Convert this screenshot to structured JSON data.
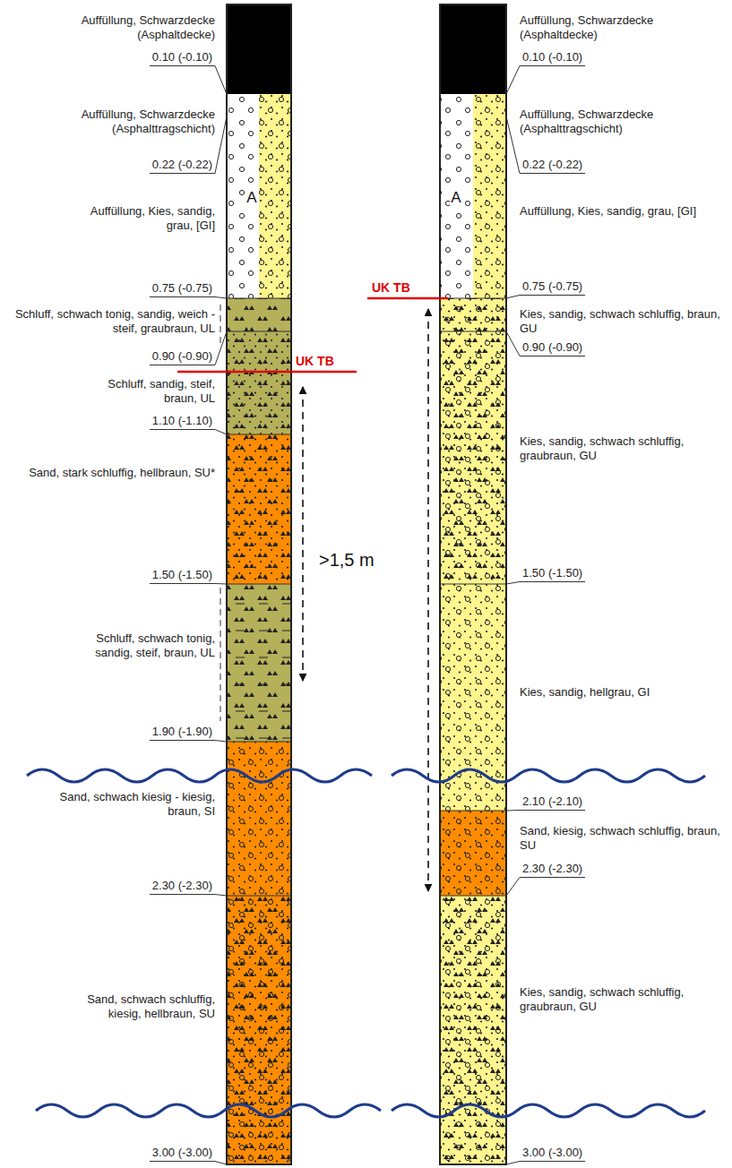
{
  "diagram": {
    "labels": [
      "Auffüllung, Schwarzdecke (Asphaltdecke)",
      "0.10 (-0.10)",
      "Auffüllung, Schwarzdecke (Asphalttragschicht)",
      "0.22 (-0.22)",
      "A",
      "Auffüllung, Kies, sandig, grau, [GI]",
      "0.75 (-0.75)",
      "Schluff, schwach tonig, sandig, weich - steif, graubraun, UL",
      "0.90 (-0.90)",
      "Schluff, sandig, steif, braun, UL",
      "1.10 (-1.10)",
      "Sand, stark schluffig, hellbraun, SU*",
      "1.50 (-1.50)",
      "Schluff, schwach tonig, sandig, steif, braun, UL",
      "1.90 (-1.90)",
      "Sand, schwach kiesig - kiesig, braun, SI",
      "2.30 (-2.30)",
      "Sand, schwach schluffig, kiesig, hellbraun, SU",
      "3.00 (-3.00)",
      "UK TB",
      ">1,5 m",
      "Auffüllung, Schwarzdecke (Asphaltdecke)",
      "0.10 (-0.10)",
      "Auffüllung, Schwarzdecke (Asphalttragschicht)",
      "0.22 (-0.22)",
      "A",
      "Auffüllung, Kies, sandig, grau, [GI]",
      "UK TB",
      "0.75 (-0.75)",
      "Kies, sandig, schwach schluffig, braun, GU",
      "0.90 (-0.90)",
      "Kies, sandig, schwach schluffig, graubraun, GU",
      "1.50 (-1.50)",
      "Kies, sandig, hellgrau, GI",
      "2.10 (-2.10)",
      "Sand, kiesig, schwach schluffig, braun, SU",
      "2.30 (-2.30)",
      "Kies, sandig, schwach schluffig, graubraun, GU",
      "3.00 (-3.00)"
    ]
  }
}
